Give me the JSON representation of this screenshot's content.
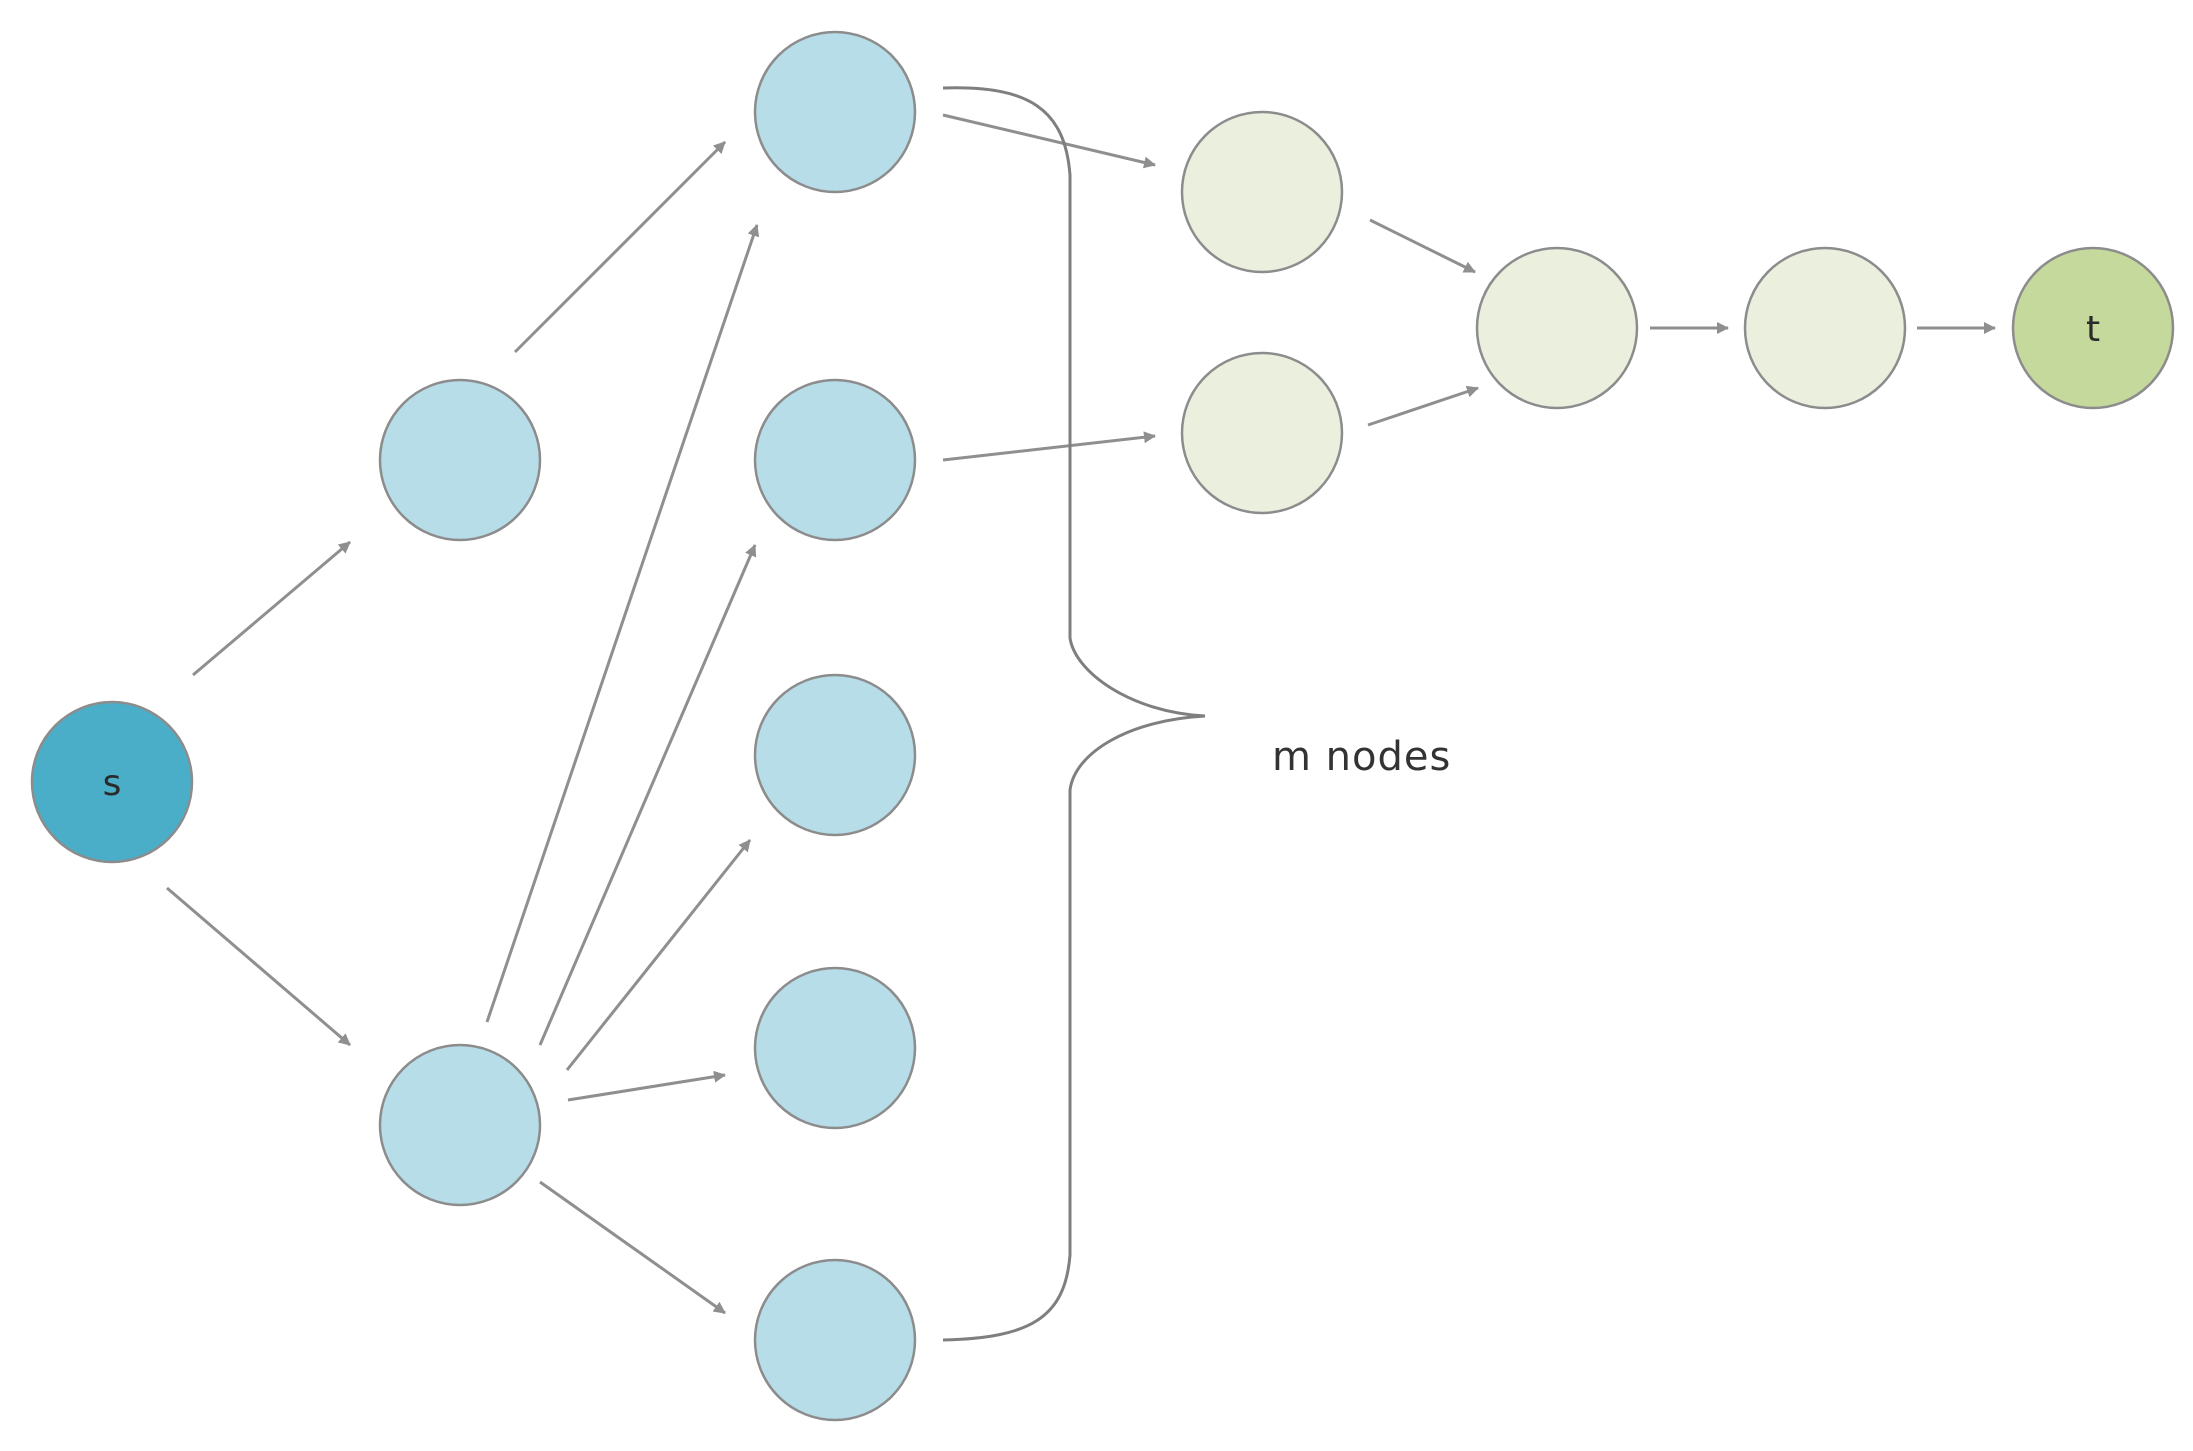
{
  "colors": {
    "source": "#4aaec8",
    "layer": "#b7dde8",
    "path": "#eaf0dd",
    "sink": "#c6d99c",
    "edge": "#8f8f8f",
    "node_border": "#8c8c8c"
  },
  "diagram": {
    "source_label": "s",
    "sink_label": "t",
    "brace_label": "m nodes"
  }
}
